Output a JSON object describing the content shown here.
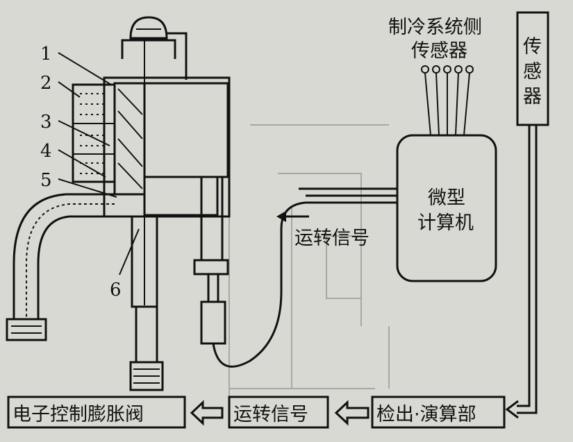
{
  "labels": {
    "refrigeration_sensor_line1": "制冷系统侧",
    "refrigeration_sensor_line2": "传感器",
    "sensor_c1": "传",
    "sensor_c2": "感",
    "sensor_c3": "器",
    "computer_line1": "微型",
    "computer_line2": "计算机",
    "run_signal_upper": "运转信号",
    "detect_compute_box": "检出·演算部",
    "run_signal_box": "运转信号",
    "valve_box": "电子控制膨胀阀"
  },
  "part_numbers": [
    "1",
    "2",
    "3",
    "4",
    "5",
    "6"
  ],
  "colors": {
    "background": "#d9d9d4",
    "ink": "#111111",
    "faint": "#a8a8a2"
  }
}
